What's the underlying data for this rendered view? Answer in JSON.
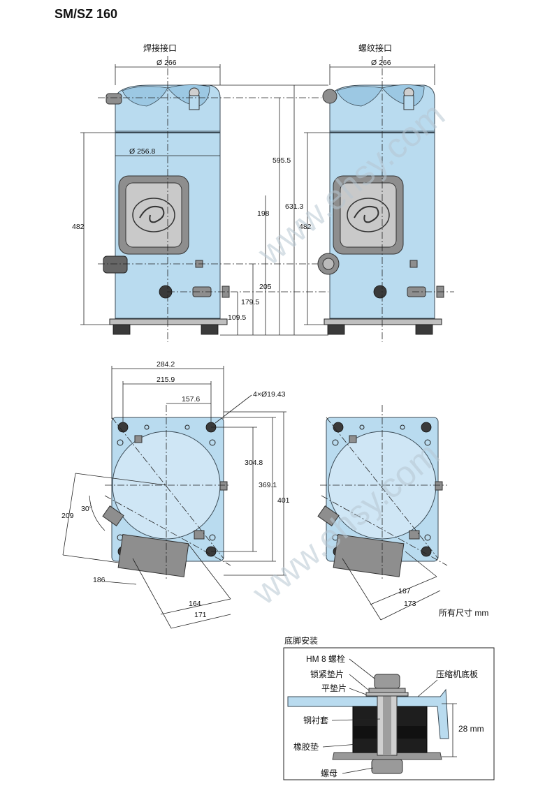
{
  "title": "SM/SZ 160",
  "views": {
    "weld_label": "焊接接口",
    "thread_label": "螺纹接口",
    "note_units": "所有尺寸 mm",
    "foot_title": "底脚安装"
  },
  "dims": {
    "d266_left": "Ø 266",
    "d266_right": "Ø 266",
    "d256": "Ø 256.8",
    "h482_left": "482",
    "h482_right": "482",
    "h595": "595.5",
    "h631": "631.3",
    "h198": "198",
    "h205": "205",
    "h179": "179.5",
    "h109": "109.5",
    "w284": "284.2",
    "w215": "215.9",
    "w157": "157.6",
    "holes": "4×Ø19.43",
    "v304": "304.8",
    "v369": "369.1",
    "v401": "401",
    "d209": "209",
    "a30": "30°",
    "d186": "186",
    "d164": "164",
    "d171": "171",
    "d167": "167",
    "d173": "173"
  },
  "foot": {
    "bolt": "HM 8 螺栓",
    "lock_washer": "锁紧垫片",
    "flat_washer": "平垫片",
    "steel_sleeve": "钢衬套",
    "rubber_pad": "橡胶垫",
    "nut": "螺母",
    "base_plate": "压缩机底板",
    "height": "28 mm"
  },
  "watermark": "www.ehsy.com",
  "colors": {
    "body": "#b9dbef",
    "outline": "#3a4a55",
    "dark_part": "#3a3a3a",
    "grey_box": "#8e8e8e"
  }
}
